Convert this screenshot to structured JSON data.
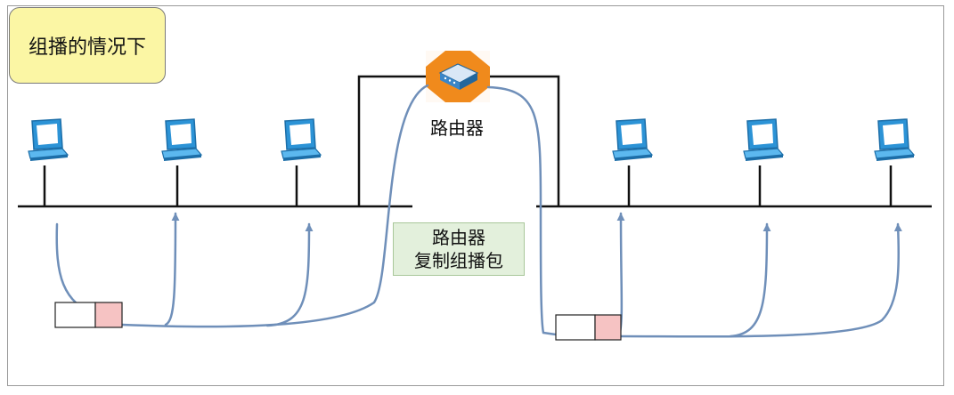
{
  "title": "组播的情况下",
  "router": {
    "label": "路由器",
    "icon": "router-icon"
  },
  "note": {
    "line1": "路由器",
    "line2": "复制组播包"
  },
  "colors": {
    "title_bg": "#fbf6a4",
    "note_bg": "#e3f0dc",
    "flow_line": "#6f8fb9",
    "router_orange": "#f08a1c",
    "packet_header": "#f6c3c3"
  }
}
